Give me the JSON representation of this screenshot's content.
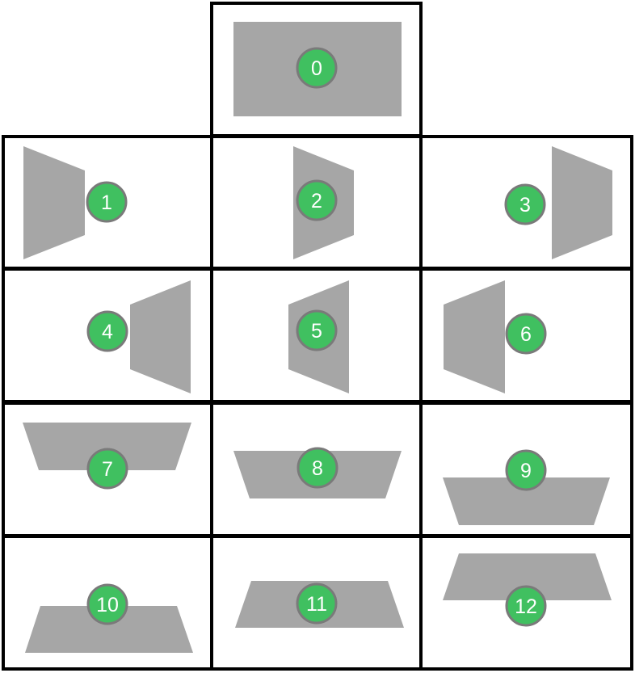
{
  "colors": {
    "shape_fill": "#a6a6a6",
    "badge_fill": "#40c060",
    "badge_stroke": "#7a7a7a",
    "badge_text": "#ffffff",
    "grid_line": "#000000",
    "background": "#ffffff"
  },
  "cells": [
    {
      "label": "0"
    },
    {
      "label": "1"
    },
    {
      "label": "2"
    },
    {
      "label": "3"
    },
    {
      "label": "4"
    },
    {
      "label": "5"
    },
    {
      "label": "6"
    },
    {
      "label": "7"
    },
    {
      "label": "8"
    },
    {
      "label": "9"
    },
    {
      "label": "10"
    },
    {
      "label": "11"
    },
    {
      "label": "12"
    }
  ]
}
